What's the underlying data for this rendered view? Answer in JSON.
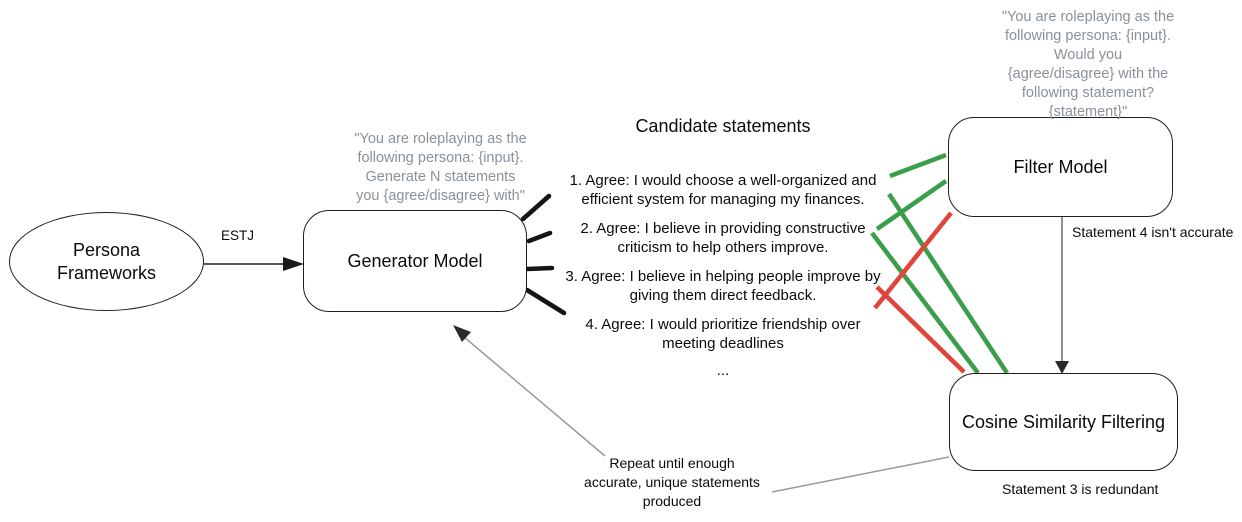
{
  "colors": {
    "green": "#3b9e4a",
    "red": "#e0453c",
    "gray_text": "#8a919b",
    "line_gray": "#9a9a9a"
  },
  "nodes": {
    "persona_frameworks": {
      "label": "Persona\nFrameworks"
    },
    "generator_model": {
      "label": "Generator Model",
      "prompt": "\"You are roleplaying as the\nfollowing persona: {input}.\nGenerate N statements\nyou {agree/disagree} with\""
    },
    "filter_model": {
      "label": "Filter Model",
      "prompt": "\"You are roleplaying as the\nfollowing persona: {input}.\nWould you\n{agree/disagree} with the\nfollowing statement?\n{statement}\""
    },
    "cosine_filtering": {
      "label": "Cosine Similarity Filtering"
    }
  },
  "statements": {
    "title": "Candidate statements",
    "items": [
      {
        "text": "1. Agree: I would choose a well-organized and\nefficient system for managing my finances."
      },
      {
        "text": "2. Agree: I believe in providing constructive\ncriticism to help others improve."
      },
      {
        "text": "3. Agree: I believe in helping people improve by\ngiving them direct feedback."
      },
      {
        "text": "4. Agree: I would prioritize friendship over\nmeeting deadlines"
      }
    ],
    "ellipsis": "..."
  },
  "annotations": {
    "estj_label": "ESTJ",
    "filter_note": "Statement 4 isn't accurate",
    "cosine_note": "Statement 3 is redundant",
    "repeat_note": "Repeat until enough\naccurate, unique statements\nproduced"
  }
}
